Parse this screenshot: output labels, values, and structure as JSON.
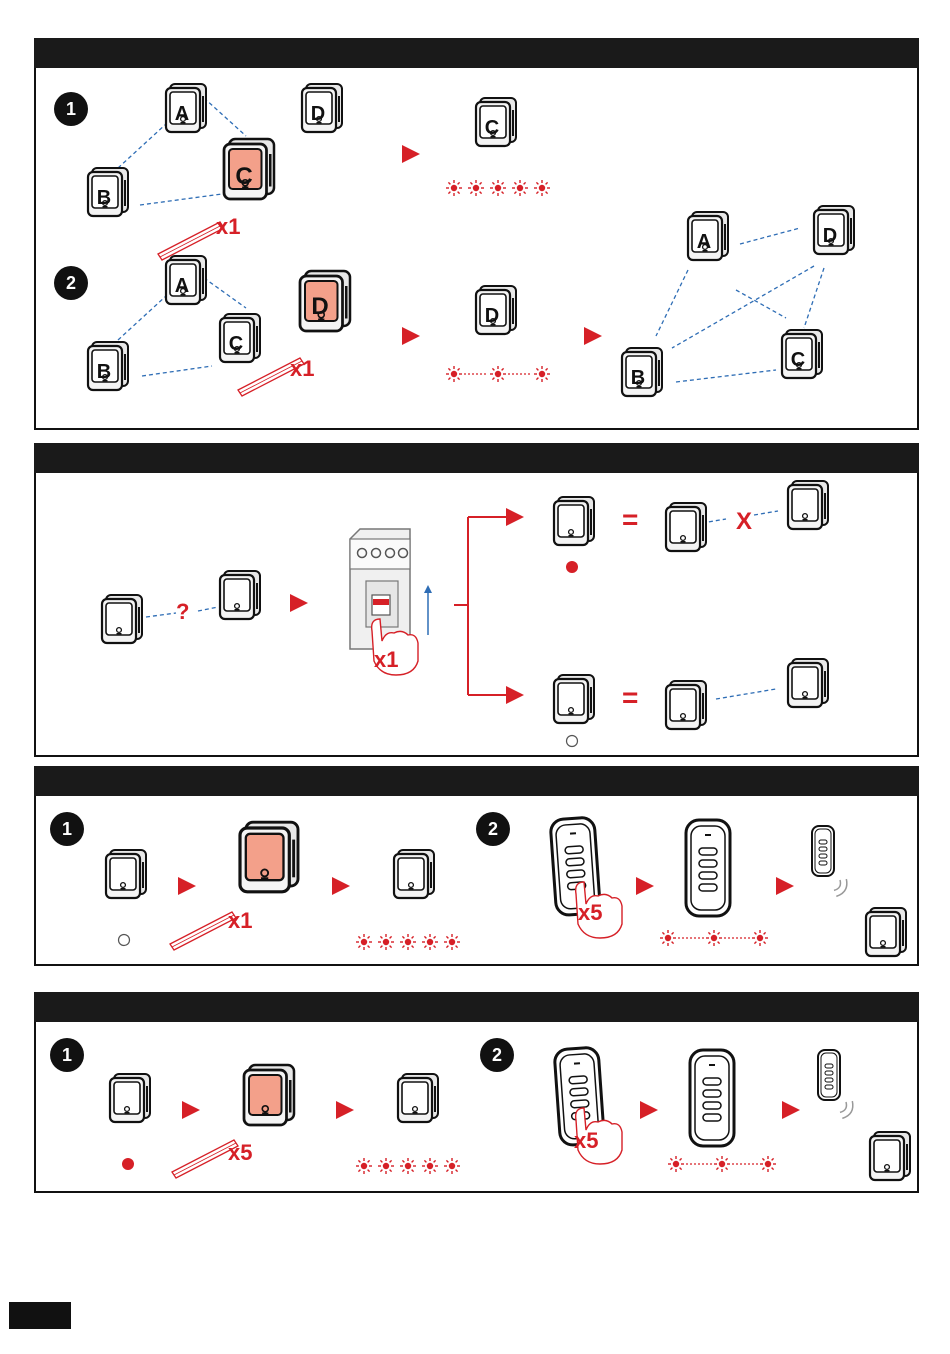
{
  "colors": {
    "accent": "#d62027",
    "link": "#2e6db5",
    "device_active": "#f3a08a",
    "ink": "#111111"
  },
  "panel1": {
    "step1": "1",
    "step2": "2",
    "devices": {
      "a": "A",
      "b": "B",
      "c": "C",
      "d": "D"
    },
    "press1": "x1",
    "press2": "x1",
    "led_icon": "led-blink-fast",
    "led_icon2": "led-blink-slow"
  },
  "panel2": {
    "unknown": "?",
    "press": "x1",
    "equals": "=",
    "cross": "X",
    "led_on": "led-red-on",
    "led_off": "led-off"
  },
  "panel3": {
    "step1": "1",
    "step2": "2",
    "press1": "x1",
    "press2": "x5"
  },
  "panel4": {
    "step1": "1",
    "step2": "2",
    "press1": "x5",
    "press2": "x5"
  }
}
